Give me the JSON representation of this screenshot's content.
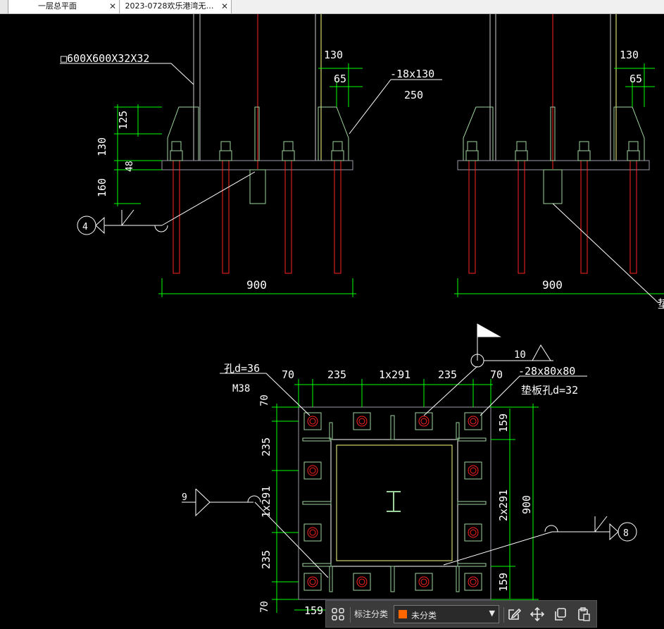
{
  "tabs": [
    {
      "label": "一层总平面",
      "close": "✕"
    },
    {
      "label": "2023-0728欢乐港湾无…",
      "close": "✕"
    }
  ],
  "drawing": {
    "upper_left": {
      "section_label": "□600X600X32X32",
      "plate_label": "-18x130",
      "plate_sub": "250",
      "dim_130_top": "130",
      "dim_65": "65",
      "dim_125": "125",
      "dim_130_left": "130",
      "dim_48": "48",
      "dim_160": "160",
      "bubble": "4",
      "width": "900"
    },
    "upper_right": {
      "dim_130_top": "130",
      "dim_65": "65",
      "width": "900",
      "edge_text": "垫"
    },
    "plan": {
      "hole_label": "孔d=36",
      "bolt_label": "M38",
      "top_dims": [
        "70",
        "235",
        "1x291",
        "235",
        "70"
      ],
      "stiffener_label": "-28x80x80",
      "washer_label": "垫板孔d=32",
      "weld_size": "10",
      "left_dims": [
        "70",
        "235",
        "1x291",
        "235",
        "70"
      ],
      "right_dims": [
        "159",
        "2x291",
        "159"
      ],
      "right_total": "900",
      "bubble_left": "9",
      "bubble_right": "8",
      "bottom_dim": "159"
    }
  },
  "colors": {
    "green": "#00ff00",
    "red": "#ff2222",
    "white": "#ffffff",
    "gray": "#9a9aa6",
    "yellow": "#ffff88",
    "pale_green": "#9ed39e"
  },
  "toolbar": {
    "label": "标注分类",
    "select_value": "未分类",
    "swatch": "#ff6600",
    "icons": [
      "grid-icon",
      "edit-icon",
      "move-icon",
      "copy-icon",
      "paste-icon"
    ]
  }
}
